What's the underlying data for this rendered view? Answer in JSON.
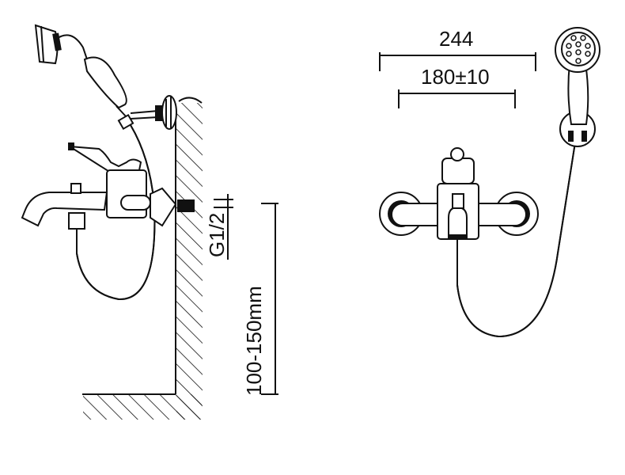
{
  "side_view": {
    "thread_label": "G1/2",
    "height_label": "100-150mm"
  },
  "front_view": {
    "overall_width_label": "244",
    "centers_label": "180±10"
  },
  "colors": {
    "line": "#111111",
    "background": "#ffffff"
  }
}
